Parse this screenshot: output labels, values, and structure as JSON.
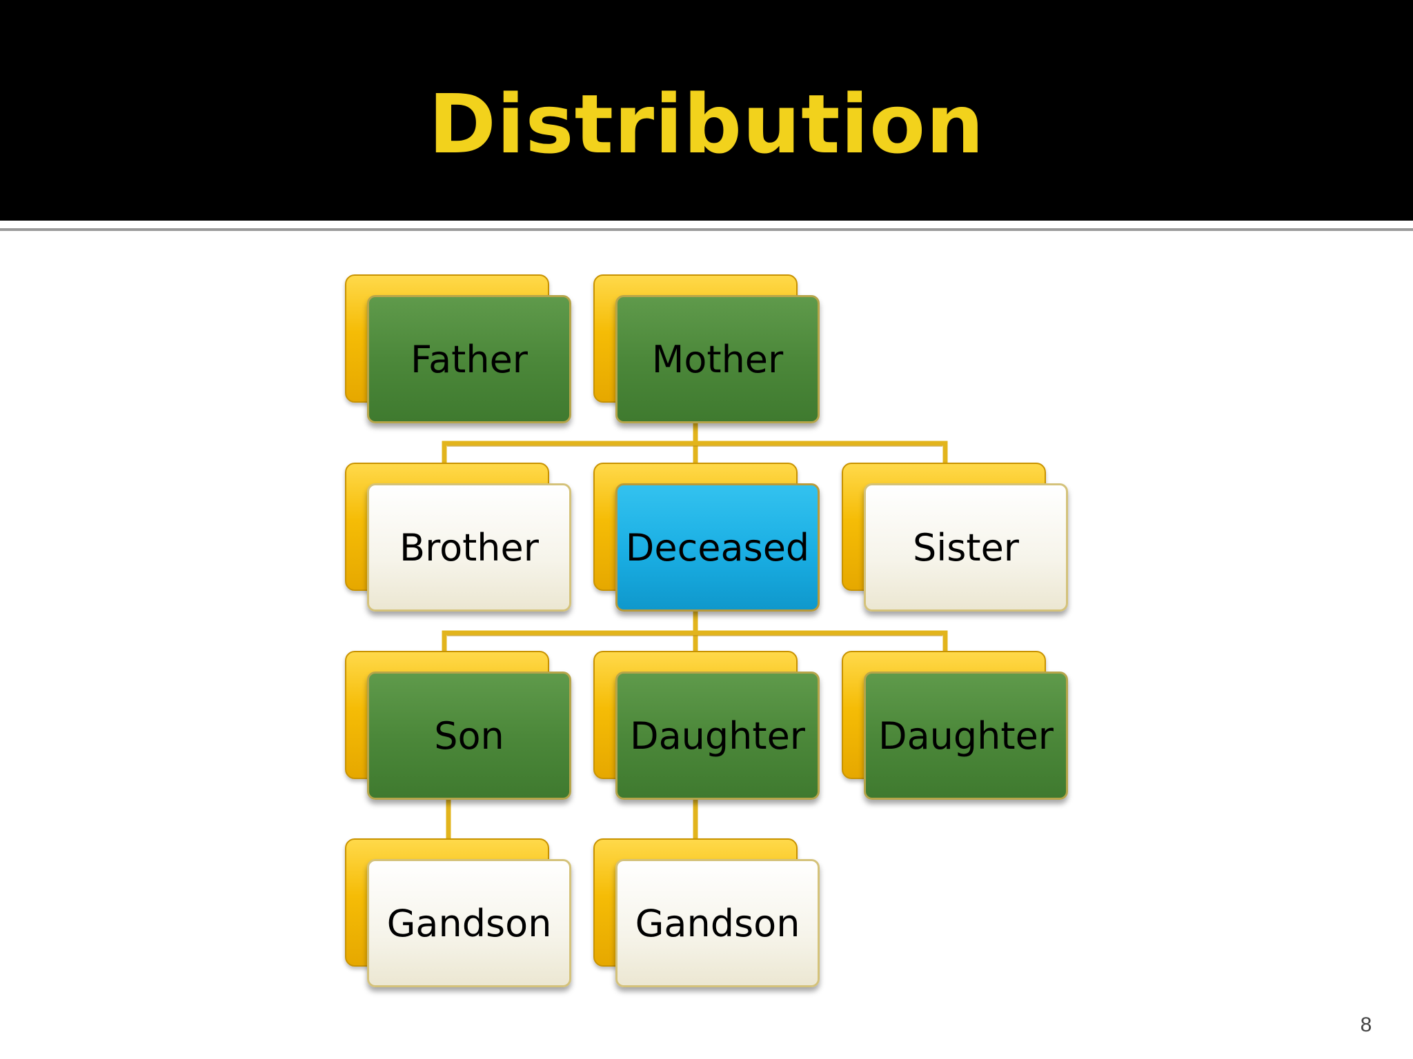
{
  "slide": {
    "title": "Distribution",
    "page_number": "8"
  },
  "colors": {
    "title": "#f2d21c",
    "connector": "#e2b41c",
    "green_box": "#4c883a",
    "white_box": "#f6f4ea",
    "blue_box": "#1aaee3",
    "back_box": "#f5bc06"
  },
  "diagram": {
    "nodes": {
      "father": "Father",
      "mother": "Mother",
      "brother": "Brother",
      "deceased": "Deceased",
      "sister": "Sister",
      "son": "Son",
      "daughter1": "Daughter",
      "daughter2": "Daughter",
      "grandson1": "Gandson",
      "grandson2": "Gandson"
    }
  }
}
